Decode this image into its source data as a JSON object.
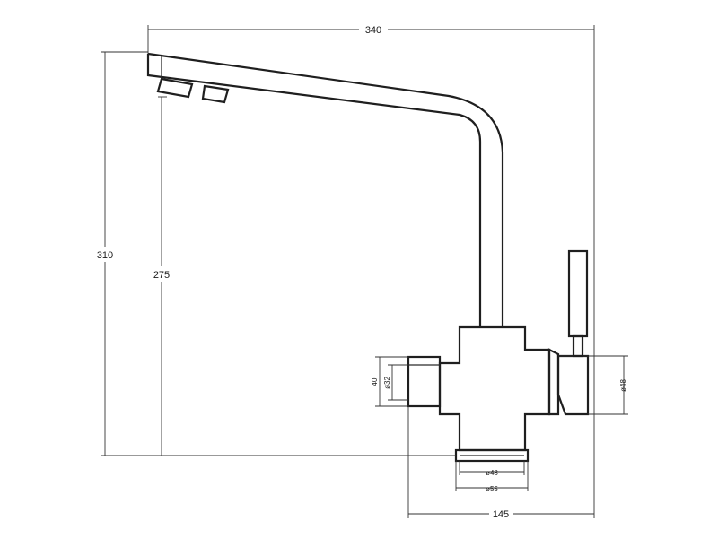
{
  "dimensions": {
    "overall_width": "340",
    "overall_height": "310",
    "spout_height": "275",
    "base_width": "145",
    "side_height": "40",
    "side_diameter": "ø32",
    "right_diameter": "ø48",
    "bottom_inner_diameter": "ø48",
    "bottom_outer_diameter": "ø55"
  }
}
